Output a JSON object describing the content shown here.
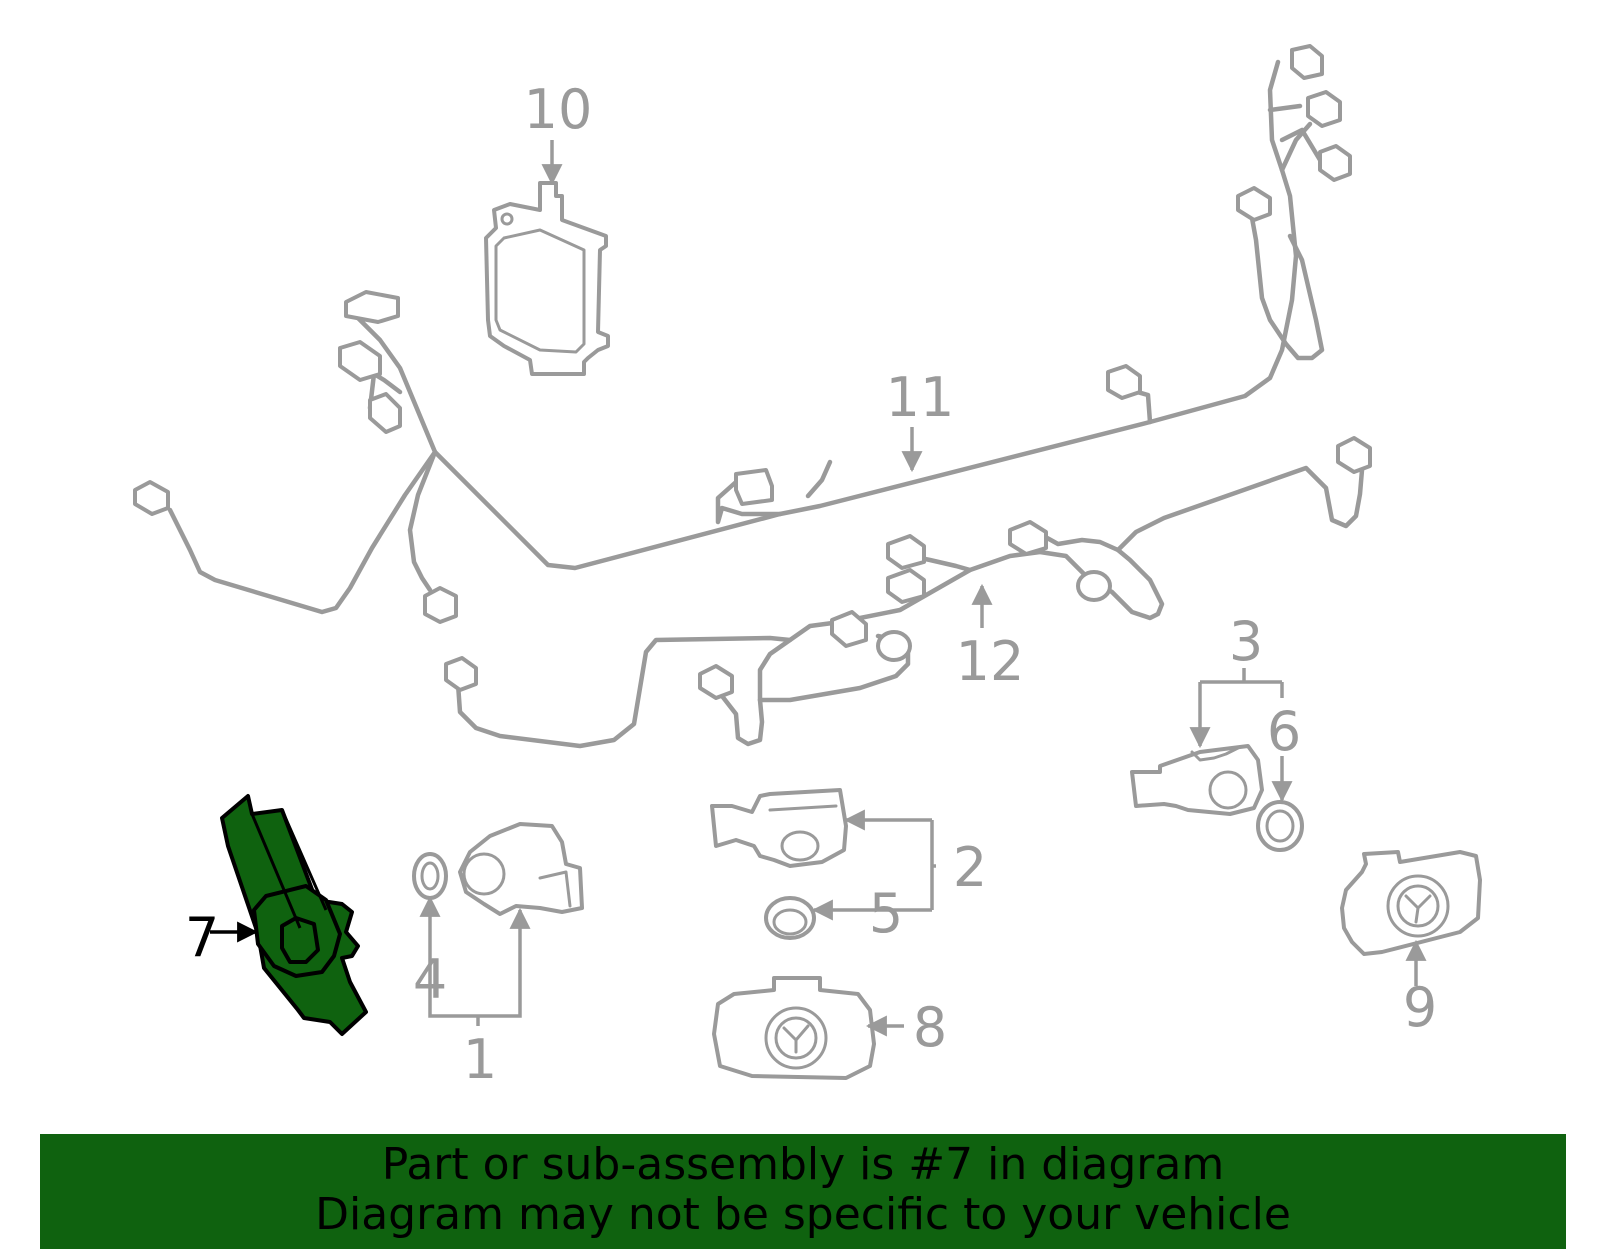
{
  "callouts": {
    "c1": "1",
    "c2": "2",
    "c3": "3",
    "c4": "4",
    "c5": "5",
    "c6": "6",
    "c7": "7",
    "c8": "8",
    "c9": "9",
    "c10": "10",
    "c11": "11",
    "c12": "12"
  },
  "banner": {
    "line1": "Part or sub-assembly is #7 in diagram",
    "line2": "Diagram may not be specific to your vehicle"
  },
  "colors": {
    "highlight": "#0f620f",
    "line_gray": "#9a9a9a",
    "outline_black": "#000000"
  }
}
